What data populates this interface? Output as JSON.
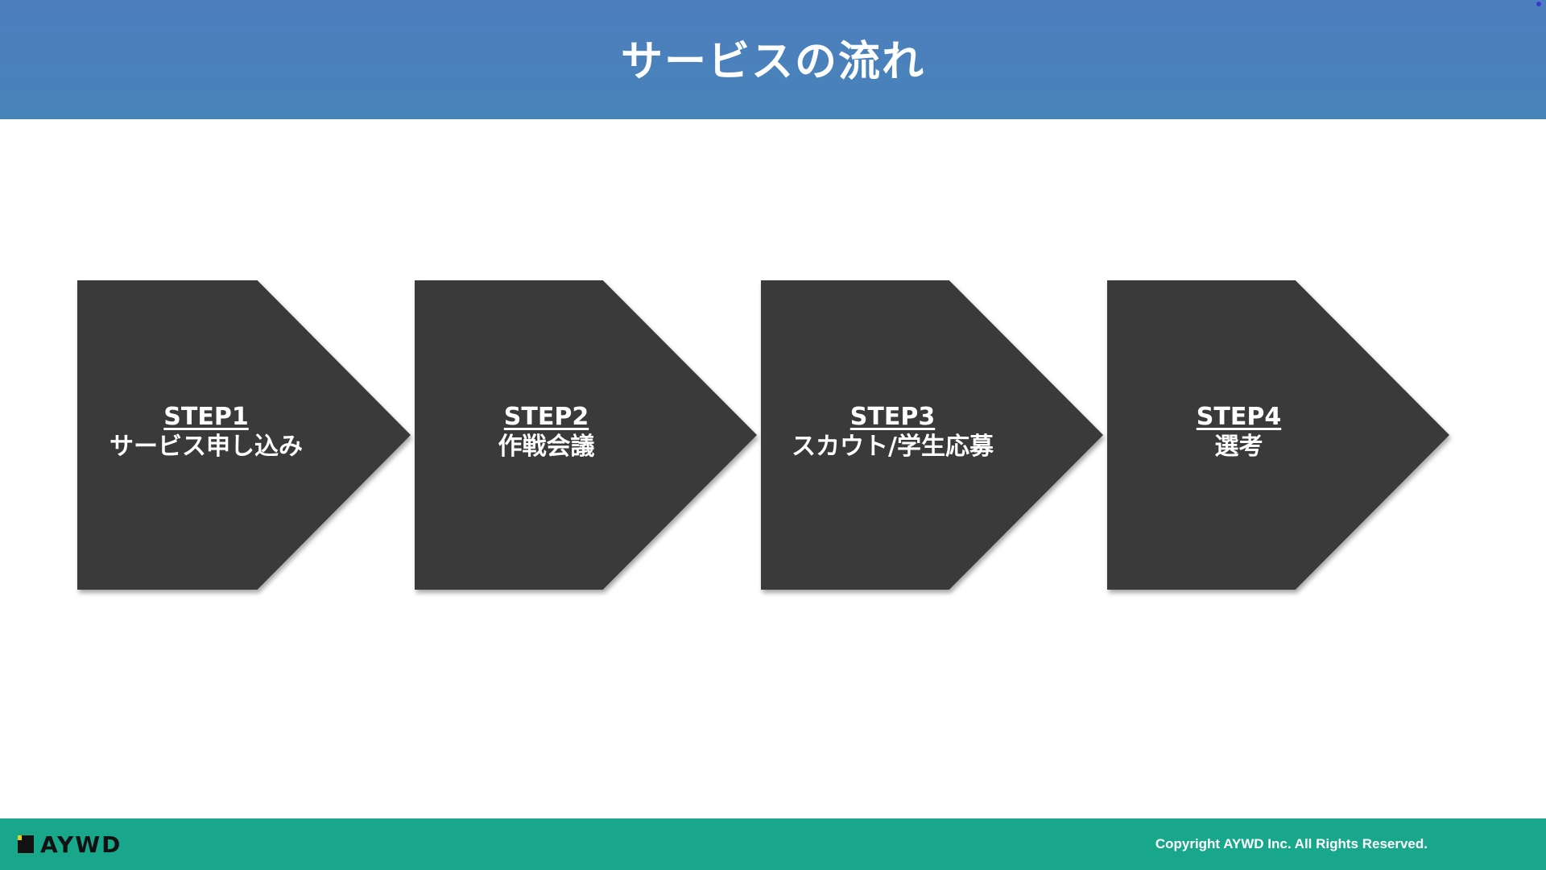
{
  "header": {
    "title": "サービスの流れ"
  },
  "steps": [
    {
      "number": "STEP1",
      "label": "サービス申し込み"
    },
    {
      "number": "STEP2",
      "label": "作戦会議"
    },
    {
      "number": "STEP3",
      "label": "スカウト/学生応募"
    },
    {
      "number": "STEP4",
      "label": "選考"
    }
  ],
  "footer": {
    "logo_text": "AYWD",
    "copyright": "Copyright AYWD Inc. All Rights Reserved."
  },
  "colors": {
    "header_bg": "#4a80bb",
    "step_bg": "#3a3a3a",
    "footer_bg": "#18a78a",
    "text_on_dark": "#ffffff"
  }
}
